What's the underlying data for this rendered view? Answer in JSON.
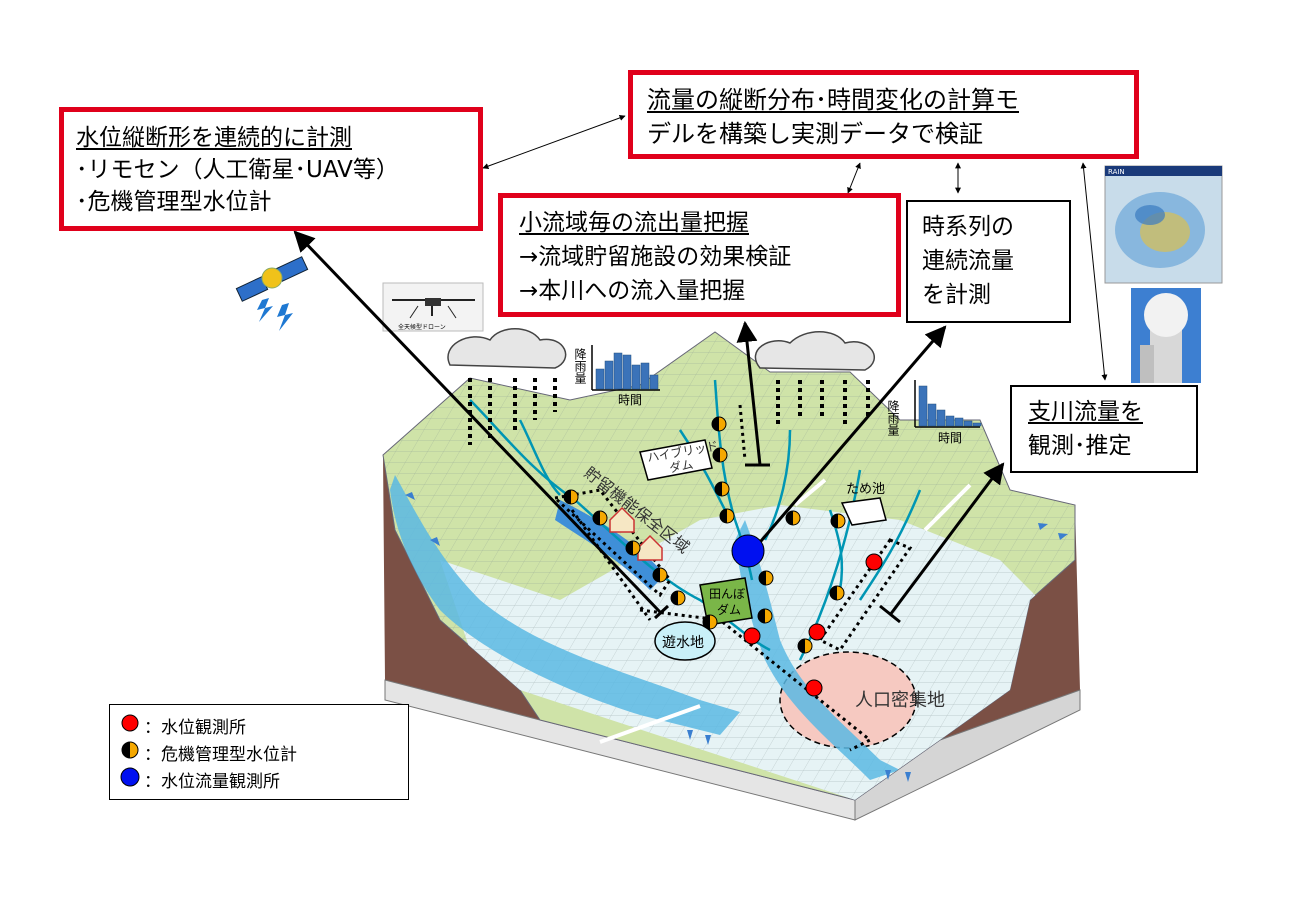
{
  "boxes": {
    "water_level": {
      "title": "水位縦断形を連続的に計測",
      "line1": "･リモセン（人工衛星･UAV等）",
      "line2": "･危機管理型水位計"
    },
    "flow_model": {
      "line1": "流量の縦断分布･時間変化の計算モ",
      "line2": "デルを構築し実測データで検証"
    },
    "small_basin": {
      "title": "小流域毎の流出量把握",
      "line1": "→流域貯留施設の効果検証",
      "line2": "→本川への流入量把握"
    },
    "timeseries": {
      "line1": "時系列の",
      "line2": "連続流量",
      "line3": "を計測"
    },
    "tributary": {
      "line1": "支川流量を",
      "line2": "観測･推定"
    }
  },
  "labels": {
    "drone_caption": "全天候型ドローン",
    "rain_axis": "降雨量",
    "time_axis": "時間",
    "hybrid_dam": "ハイブリッド\nダム",
    "storage_area": "貯留機能保全区域",
    "tame_ike": "ため池",
    "tanbo_dam": "田んぼ\nダム",
    "retarding_basin": "遊水地",
    "dense_area": "人口密集地",
    "radar_title": "RAIN"
  },
  "legend": [
    {
      "symbol": "red-dot",
      "label": "：水位観測所"
    },
    {
      "symbol": "crisis-gauge",
      "label": "：危機管理型水位計"
    },
    {
      "symbol": "blue-dot",
      "label": "：水位流量観測所"
    }
  ],
  "hyetograph_left": [
    20,
    28,
    36,
    34,
    24,
    26,
    14
  ],
  "hyetograph_right": [
    40,
    22,
    16,
    10,
    8,
    5,
    3
  ],
  "colors": {
    "box_red": "#e0001b",
    "terrain_green": "#cfe3a8",
    "river_blue": "#00a6c8",
    "wet_area": "#e6f3f5",
    "soil_brown": "#7b5045",
    "gauge_orange": "#f5a800",
    "station_blue": "#0010f0",
    "station_red": "#ff0000",
    "dense_pink": "#f6c9c1",
    "tanbo_green": "#7ab648"
  }
}
